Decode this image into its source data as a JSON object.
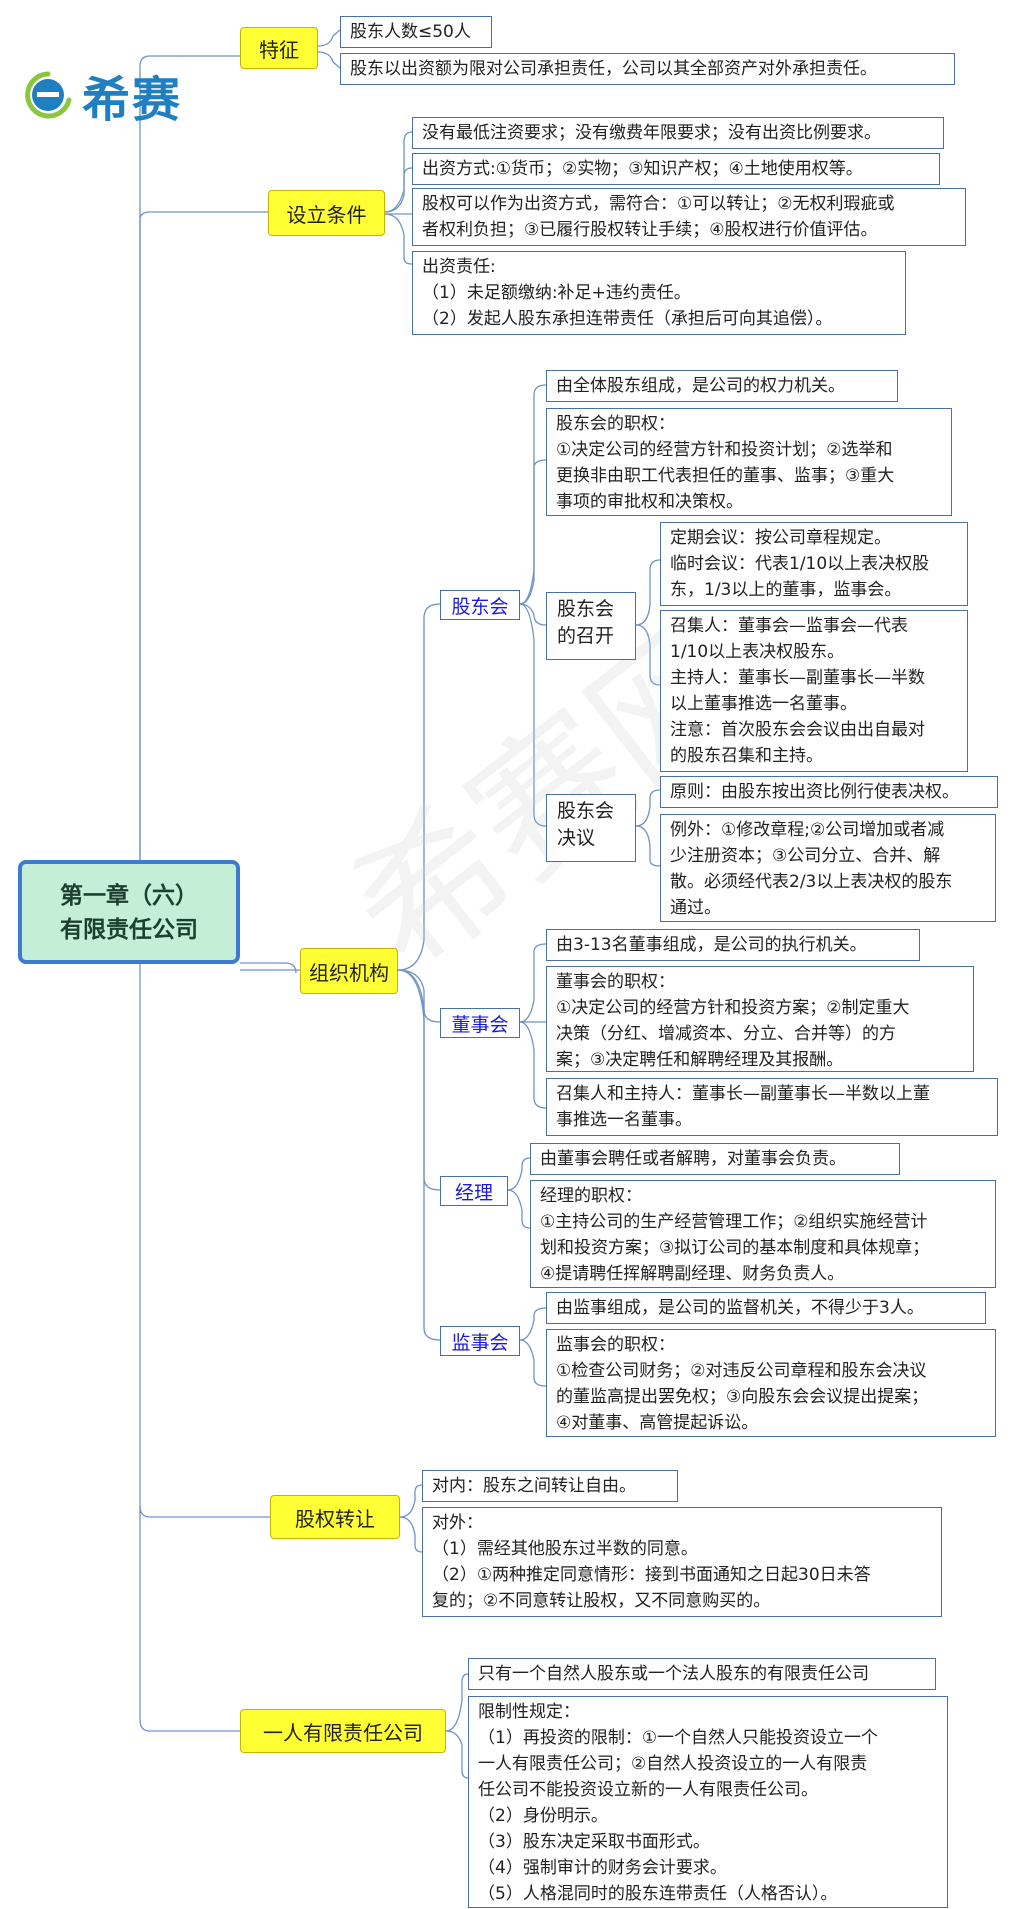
{
  "logo": {
    "text": "希赛"
  },
  "watermark": "希赛网",
  "root": {
    "title": "第一章（六）\n有限责任公司"
  },
  "branches": {
    "tezheng": {
      "label": "特征",
      "items": [
        "股东人数≤50人",
        "股东以出资额为限对公司承担责任，公司以其全部资产对外承担责任。"
      ]
    },
    "sheli": {
      "label": "设立条件",
      "items": [
        "没有最低注资要求；没有缴费年限要求；没有出资比例要求。",
        "出资方式:①货币；②实物；③知识产权；④土地使用权等。",
        "股权可以作为出资方式，需符合：①可以转让；②无权利瑕疵或\n者权利负担；③已履行股权转让手续；④股权进行价值评估。",
        "出资责任:\n（1）未足额缴纳:补足+违约责任。\n（2）发起人股东承担连带责任（承担后可向其追偿）。"
      ]
    },
    "zuzhi": {
      "label": "组织机构",
      "gudonghui": {
        "label": "股东会",
        "items": [
          "由全体股东组成，是公司的权力机关。",
          "股东会的职权：\n①决定公司的经营方针和投资计划；②选举和\n更换非由职工代表担任的董事、监事；③重大\n事项的审批权和决策权。"
        ],
        "zhaokai": {
          "label": "股东会\n的召开",
          "items": [
            "定期会议：按公司章程规定。\n临时会议：代表1/10以上表决权股\n东，1/3以上的董事，监事会。",
            "召集人：董事会—监事会—代表\n1/10以上表决权股东。\n主持人：董事长—副董事长—半数\n以上董事推选一名董事。\n注意：首次股东会会议由出自最对\n的股东召集和主持。"
          ]
        },
        "jueyi": {
          "label": "股东会\n决议",
          "items": [
            "原则：由股东按出资比例行使表决权。",
            "例外：①修改章程;②公司增加或者减\n少注册资本；③公司分立、合并、解\n散。必须经代表2/3以上表决权的股东\n通过。"
          ]
        }
      },
      "dongshihui": {
        "label": "董事会",
        "items": [
          "由3-13名董事组成，是公司的执行机关。",
          "董事会的职权：\n①决定公司的经营方针和投资方案；②制定重大\n决策（分红、增减资本、分立、合并等）的方\n案；③决定聘任和解聘经理及其报酬。",
          "召集人和主持人：董事长—副董事长—半数以上董\n事推选一名董事。"
        ]
      },
      "jingli": {
        "label": "经理",
        "items": [
          "由董事会聘任或者解聘，对董事会负责。",
          "经理的职权：\n①主持公司的生产经营管理工作；②组织实施经营计\n划和投资方案；③拟订公司的基本制度和具体规章；\n④提请聘任挥解聘副经理、财务负责人。"
        ]
      },
      "jianshihui": {
        "label": "监事会",
        "items": [
          "由监事组成，是公司的监督机关，不得少于3人。",
          "监事会的职权：\n①检查公司财务；②对违反公司章程和股东会决议\n的董监高提出罢免权；③向股东会会议提出提案；\n④对董事、高管提起诉讼。"
        ]
      }
    },
    "guquan": {
      "label": "股权转让",
      "items": [
        "对内：股东之间转让自由。",
        "对外：\n（1）需经其他股东过半数的同意。\n（2）①两种推定同意情形：接到书面通知之日起30日未答\n复的；②不同意转让股权，又不同意购买的。"
      ]
    },
    "yiren": {
      "label": "一人有限责任公司",
      "items": [
        "只有一个自然人股东或一个法人股东的有限责任公司",
        "限制性规定：\n（1）再投资的限制：①一个自然人只能投资设立一个\n一人有限责任公司；②自然人投资设立的一人有限责\n任公司不能投资设立新的一人有限责任公司。\n（2）身份明示。\n（3）股东决定采取书面形式。\n（4）强制审计的财务会计要求。\n（5）人格混同时的股东连带责任（人格否认）。"
      ]
    }
  },
  "colors": {
    "line": "#6f93c6",
    "yellow": "#ffff33",
    "rootFill": "#c5eed7",
    "rootBorder": "#3c7bd0",
    "blueText": "#1a1adc",
    "logoBlue": "#1f7fc1",
    "logoGreen": "#8cc63f"
  }
}
